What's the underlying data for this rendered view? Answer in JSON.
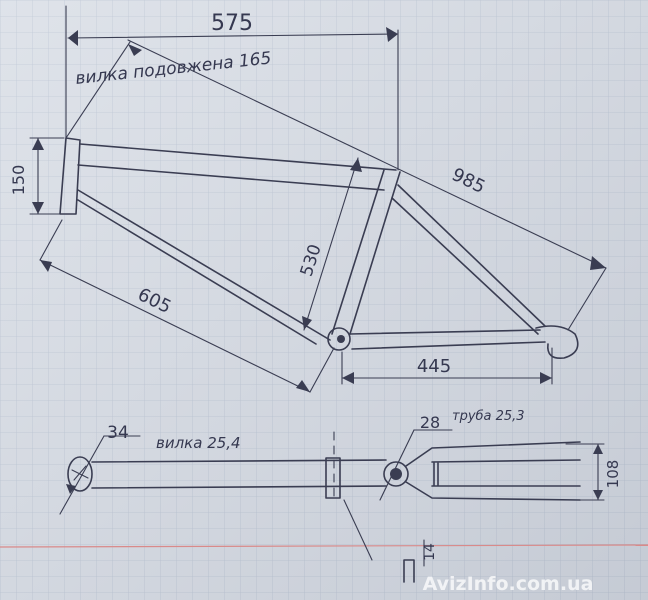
{
  "sketch": {
    "top_view_dimensions": {
      "top_tube_length": "575",
      "fork_note": "вилка подовжена 165",
      "head_tube_height": "150",
      "seat_tube_length": "530",
      "overall_length": "985",
      "down_tube_length": "605",
      "chainstay_length": "445"
    },
    "bottom_view_dimensions": {
      "head_tube_diameter": "34",
      "fork_note": "вилка 25,4",
      "seat_tube_diameter": "28",
      "seatpost_note": "труба 25,3",
      "rear_spacing": "108",
      "dropout_gap": "14"
    },
    "watermark": "AvizInfo.com.ua"
  },
  "colors": {
    "paper": "#d9dee6",
    "ink": "#3a3d52",
    "margin_line": "#d98a8a"
  }
}
